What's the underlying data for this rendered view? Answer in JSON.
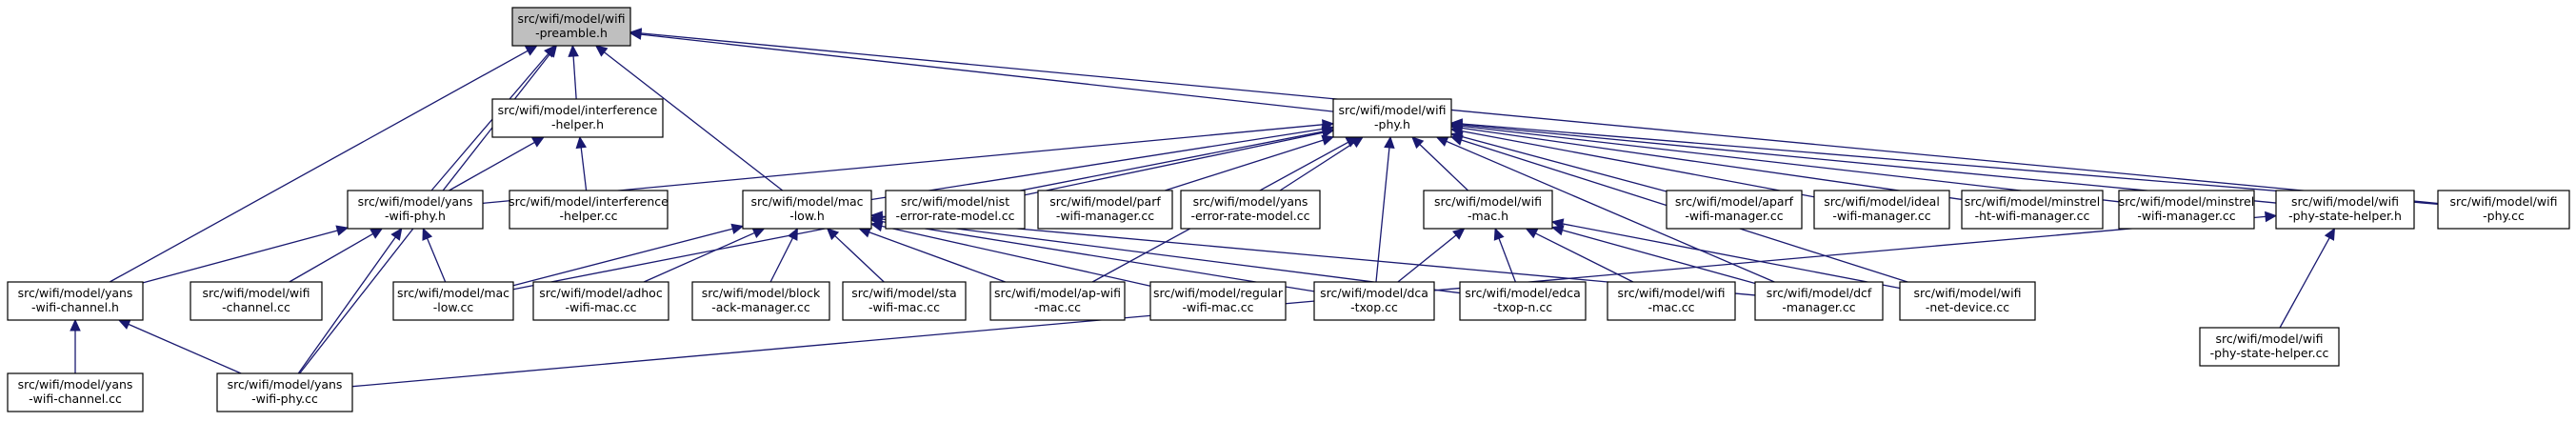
{
  "nodes": [
    {
      "id": "preamble",
      "lines": [
        "src/wifi/model/wifi",
        "-preamble.h"
      ],
      "root": true
    },
    {
      "id": "interference_h",
      "lines": [
        "src/wifi/model/interference",
        "-helper.h"
      ]
    },
    {
      "id": "wifi_phy_h",
      "lines": [
        "src/wifi/model/wifi",
        "-phy.h"
      ]
    },
    {
      "id": "yans_phy_h",
      "lines": [
        "src/wifi/model/yans",
        "-wifi-phy.h"
      ]
    },
    {
      "id": "interference_cc",
      "lines": [
        "src/wifi/model/interference",
        "-helper.cc"
      ]
    },
    {
      "id": "mac_low_h",
      "lines": [
        "src/wifi/model/mac",
        "-low.h"
      ]
    },
    {
      "id": "nist",
      "lines": [
        "src/wifi/model/nist",
        "-error-rate-model.cc"
      ]
    },
    {
      "id": "parf",
      "lines": [
        "src/wifi/model/parf",
        "-wifi-manager.cc"
      ]
    },
    {
      "id": "yans_err",
      "lines": [
        "src/wifi/model/yans",
        "-error-rate-model.cc"
      ]
    },
    {
      "id": "wifi_mac_h",
      "lines": [
        "src/wifi/model/wifi",
        "-mac.h"
      ]
    },
    {
      "id": "aparf",
      "lines": [
        "src/wifi/model/aparf",
        "-wifi-manager.cc"
      ]
    },
    {
      "id": "ideal",
      "lines": [
        "src/wifi/model/ideal",
        "-wifi-manager.cc"
      ]
    },
    {
      "id": "minstrel_ht",
      "lines": [
        "src/wifi/model/minstrel",
        "-ht-wifi-manager.cc"
      ]
    },
    {
      "id": "minstrel",
      "lines": [
        "src/wifi/model/minstrel",
        "-wifi-manager.cc"
      ]
    },
    {
      "id": "state_helper_h",
      "lines": [
        "src/wifi/model/wifi",
        "-phy-state-helper.h"
      ]
    },
    {
      "id": "wifi_phy_cc",
      "lines": [
        "src/wifi/model/wifi",
        "-phy.cc"
      ]
    },
    {
      "id": "yans_channel_h",
      "lines": [
        "src/wifi/model/yans",
        "-wifi-channel.h"
      ]
    },
    {
      "id": "wifi_channel_cc",
      "lines": [
        "src/wifi/model/wifi",
        "-channel.cc"
      ]
    },
    {
      "id": "mac_low_cc",
      "lines": [
        "src/wifi/model/mac",
        "-low.cc"
      ]
    },
    {
      "id": "adhoc",
      "lines": [
        "src/wifi/model/adhoc",
        "-wifi-mac.cc"
      ]
    },
    {
      "id": "block",
      "lines": [
        "src/wifi/model/block",
        "-ack-manager.cc"
      ]
    },
    {
      "id": "sta",
      "lines": [
        "src/wifi/model/sta",
        "-wifi-mac.cc"
      ]
    },
    {
      "id": "ap",
      "lines": [
        "src/wifi/model/ap-wifi",
        "-mac.cc"
      ]
    },
    {
      "id": "regular",
      "lines": [
        "src/wifi/model/regular",
        "-wifi-mac.cc"
      ]
    },
    {
      "id": "dca",
      "lines": [
        "src/wifi/model/dca",
        "-txop.cc"
      ]
    },
    {
      "id": "edca",
      "lines": [
        "src/wifi/model/edca",
        "-txop-n.cc"
      ]
    },
    {
      "id": "wifi_mac_cc",
      "lines": [
        "src/wifi/model/wifi",
        "-mac.cc"
      ]
    },
    {
      "id": "dcf",
      "lines": [
        "src/wifi/model/dcf",
        "-manager.cc"
      ]
    },
    {
      "id": "net_device",
      "lines": [
        "src/wifi/model/wifi",
        "-net-device.cc"
      ]
    },
    {
      "id": "state_helper_cc",
      "lines": [
        "src/wifi/model/wifi",
        "-phy-state-helper.cc"
      ]
    },
    {
      "id": "yans_channel_cc",
      "lines": [
        "src/wifi/model/yans",
        "-wifi-channel.cc"
      ]
    },
    {
      "id": "yans_phy_cc",
      "lines": [
        "src/wifi/model/yans",
        "-wifi-phy.cc"
      ]
    }
  ],
  "edges": [
    [
      "interference_h",
      "preamble"
    ],
    [
      "wifi_phy_h",
      "preamble"
    ],
    [
      "yans_phy_h",
      "preamble"
    ],
    [
      "mac_low_h",
      "preamble"
    ],
    [
      "yans_channel_h",
      "preamble"
    ],
    [
      "yans_phy_cc",
      "preamble"
    ],
    [
      "wifi_phy_cc",
      "preamble"
    ],
    [
      "yans_phy_h",
      "interference_h"
    ],
    [
      "interference_cc",
      "interference_h"
    ],
    [
      "yans_phy_h",
      "wifi_phy_h"
    ],
    [
      "mac_low_h",
      "wifi_phy_h"
    ],
    [
      "nist",
      "wifi_phy_h"
    ],
    [
      "parf",
      "wifi_phy_h"
    ],
    [
      "yans_err",
      "wifi_phy_h"
    ],
    [
      "wifi_mac_h",
      "wifi_phy_h"
    ],
    [
      "aparf",
      "wifi_phy_h"
    ],
    [
      "ideal",
      "wifi_phy_h"
    ],
    [
      "minstrel_ht",
      "wifi_phy_h"
    ],
    [
      "minstrel",
      "wifi_phy_h"
    ],
    [
      "state_helper_h",
      "wifi_phy_h"
    ],
    [
      "wifi_phy_cc",
      "wifi_phy_h"
    ],
    [
      "mac_low_cc",
      "wifi_phy_h"
    ],
    [
      "ap",
      "wifi_phy_h"
    ],
    [
      "dca",
      "wifi_phy_h"
    ],
    [
      "dcf",
      "wifi_phy_h"
    ],
    [
      "net_device",
      "wifi_phy_h"
    ],
    [
      "yans_channel_h",
      "yans_phy_h"
    ],
    [
      "wifi_channel_cc",
      "yans_phy_h"
    ],
    [
      "mac_low_cc",
      "yans_phy_h"
    ],
    [
      "yans_phy_cc",
      "yans_phy_h"
    ],
    [
      "mac_low_cc",
      "mac_low_h"
    ],
    [
      "adhoc",
      "mac_low_h"
    ],
    [
      "block",
      "mac_low_h"
    ],
    [
      "sta",
      "mac_low_h"
    ],
    [
      "ap",
      "mac_low_h"
    ],
    [
      "regular",
      "mac_low_h"
    ],
    [
      "dca",
      "mac_low_h"
    ],
    [
      "edca",
      "mac_low_h"
    ],
    [
      "dcf",
      "mac_low_h"
    ],
    [
      "dca",
      "wifi_mac_h"
    ],
    [
      "edca",
      "wifi_mac_h"
    ],
    [
      "wifi_mac_cc",
      "wifi_mac_h"
    ],
    [
      "dcf",
      "wifi_mac_h"
    ],
    [
      "net_device",
      "wifi_mac_h"
    ],
    [
      "state_helper_cc",
      "state_helper_h"
    ],
    [
      "yans_phy_cc",
      "state_helper_h"
    ],
    [
      "yans_channel_cc",
      "yans_channel_h"
    ],
    [
      "yans_phy_cc",
      "yans_channel_h"
    ]
  ]
}
